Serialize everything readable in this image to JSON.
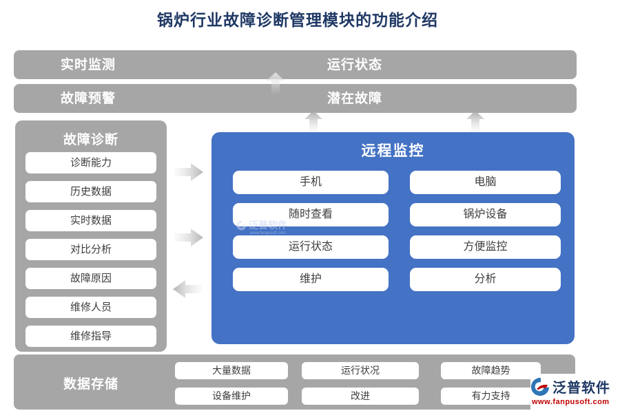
{
  "title": "锅炉行业故障诊断管理模块的功能介绍",
  "colors": {
    "bar_gray": "#a6a6a6",
    "panel_blue": "#4472c4",
    "title_navy": "#1f3864",
    "button_text": "#3d3d3d",
    "url_red": "#c00000"
  },
  "monitor_bar": {
    "label": "实时监测",
    "value": "运行状态"
  },
  "warning_bar": {
    "label": "故障预警",
    "value": "潜在故障"
  },
  "diagnosis_panel": {
    "title": "故障诊断",
    "items": [
      "诊断能力",
      "历史数据",
      "实时数据",
      "对比分析",
      "故障原因",
      "维修人员",
      "维修指导"
    ]
  },
  "remote_panel": {
    "title": "远程监控",
    "buttons": [
      "手机",
      "电脑",
      "随时查看",
      "锅炉设备",
      "运行状态",
      "方便监控",
      "维护",
      "分析"
    ]
  },
  "storage_bar": {
    "title": "数据存储",
    "row1": [
      "大量数据",
      "运行状况",
      "故障趋势"
    ],
    "row2": [
      "设备维护",
      "改进",
      "有力支持"
    ]
  },
  "watermark": {
    "brand": "泛普软件",
    "url": "www.fanpusoft.com"
  },
  "logo": {
    "brand": "泛普软件",
    "url": "www.fanpusoft.com"
  },
  "icons": {
    "up_arrow": "up-arrow-icon",
    "right_arrow": "right-arrow-icon",
    "left_arrow": "left-arrow-icon",
    "logo_swirl": "fanpu-logo-icon"
  }
}
